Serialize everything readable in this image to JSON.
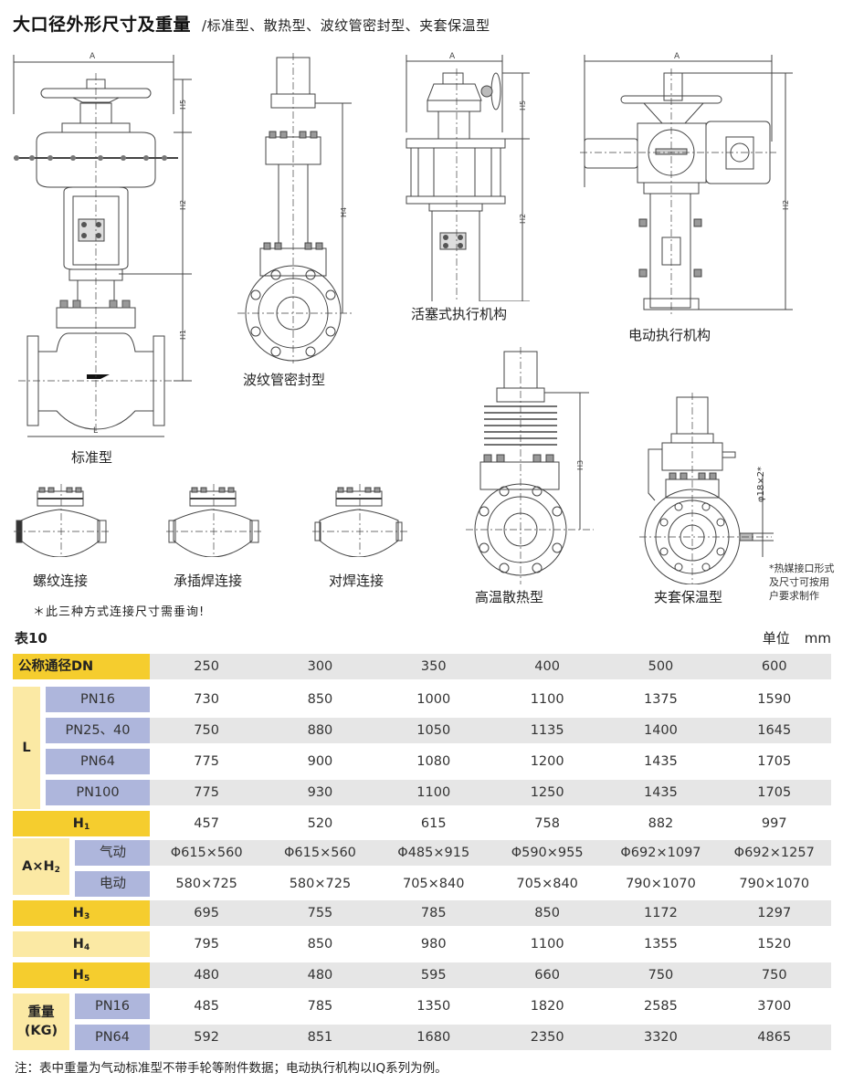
{
  "header": {
    "title": "大口径外形尺寸及重量",
    "subtitle": "/标准型、散热型、波纹管密封型、夹套保温型"
  },
  "drawings": {
    "standard": {
      "caption": "标准型",
      "dims": [
        "A",
        "H5",
        "H2",
        "H1",
        "L"
      ]
    },
    "bellows": {
      "caption": "波纹管密封型",
      "dims": [
        "H4"
      ]
    },
    "piston": {
      "caption": "活塞式执行机构",
      "dims": [
        "A",
        "H5",
        "H2"
      ]
    },
    "electric": {
      "caption": "电动执行机构",
      "dims": [
        "A",
        "H2"
      ]
    },
    "high_temp": {
      "caption": "高温散热型",
      "dims": [
        "H3"
      ]
    },
    "jacket": {
      "caption": "夹套保温型",
      "dims": [
        "φ18×2*"
      ],
      "note": [
        "*热媒接口形式",
        "及尺寸可按用",
        "户要求制作"
      ]
    },
    "connections": [
      {
        "caption": "螺纹连接"
      },
      {
        "caption": "承插焊连接"
      },
      {
        "caption": "对焊连接"
      }
    ],
    "connection_note": "＊此三种方式连接尺寸需垂询!"
  },
  "table": {
    "title": "表10",
    "unit_label": "单位",
    "unit": "mm",
    "dn_label": "公称通径DN",
    "dn": [
      "250",
      "300",
      "350",
      "400",
      "500",
      "600"
    ],
    "L": {
      "label": "L",
      "rows": [
        {
          "label": "PN16",
          "values": [
            "730",
            "850",
            "1000",
            "1100",
            "1375",
            "1590"
          ]
        },
        {
          "label": "PN25、40",
          "values": [
            "750",
            "880",
            "1050",
            "1135",
            "1400",
            "1645"
          ]
        },
        {
          "label": "PN64",
          "values": [
            "775",
            "900",
            "1080",
            "1200",
            "1435",
            "1705"
          ]
        },
        {
          "label": "PN100",
          "values": [
            "775",
            "930",
            "1100",
            "1250",
            "1435",
            "1705"
          ]
        }
      ]
    },
    "H1": {
      "label": "H",
      "sub": "1",
      "values": [
        "457",
        "520",
        "615",
        "758",
        "882",
        "997"
      ]
    },
    "AxH2": {
      "label": "A×H",
      "sub": "2",
      "rows": [
        {
          "label": "气动",
          "values": [
            "Φ615×560",
            "Φ615×560",
            "Φ485×915",
            "Φ590×955",
            "Φ692×1097",
            "Φ692×1257"
          ]
        },
        {
          "label": "电动",
          "values": [
            "580×725",
            "580×725",
            "705×840",
            "705×840",
            "790×1070",
            "790×1070"
          ]
        }
      ]
    },
    "H3": {
      "label": "H",
      "sub": "3",
      "values": [
        "695",
        "755",
        "785",
        "850",
        "1172",
        "1297"
      ]
    },
    "H4": {
      "label": "H",
      "sub": "4",
      "values": [
        "795",
        "850",
        "980",
        "1100",
        "1355",
        "1520"
      ]
    },
    "H5": {
      "label": "H",
      "sub": "5",
      "values": [
        "480",
        "480",
        "595",
        "660",
        "750",
        "750"
      ]
    },
    "weight": {
      "label_line1": "重量",
      "label_line2": "(KG)",
      "rows": [
        {
          "label": "PN16",
          "values": [
            "485",
            "785",
            "1350",
            "1820",
            "2585",
            "3700"
          ]
        },
        {
          "label": "PN64",
          "values": [
            "592",
            "851",
            "1680",
            "2350",
            "3320",
            "4865"
          ]
        }
      ]
    }
  },
  "footnote": "注：表中重量为气动标准型不带手轮等附件数据；电动执行机构以IQ系列为例。"
}
